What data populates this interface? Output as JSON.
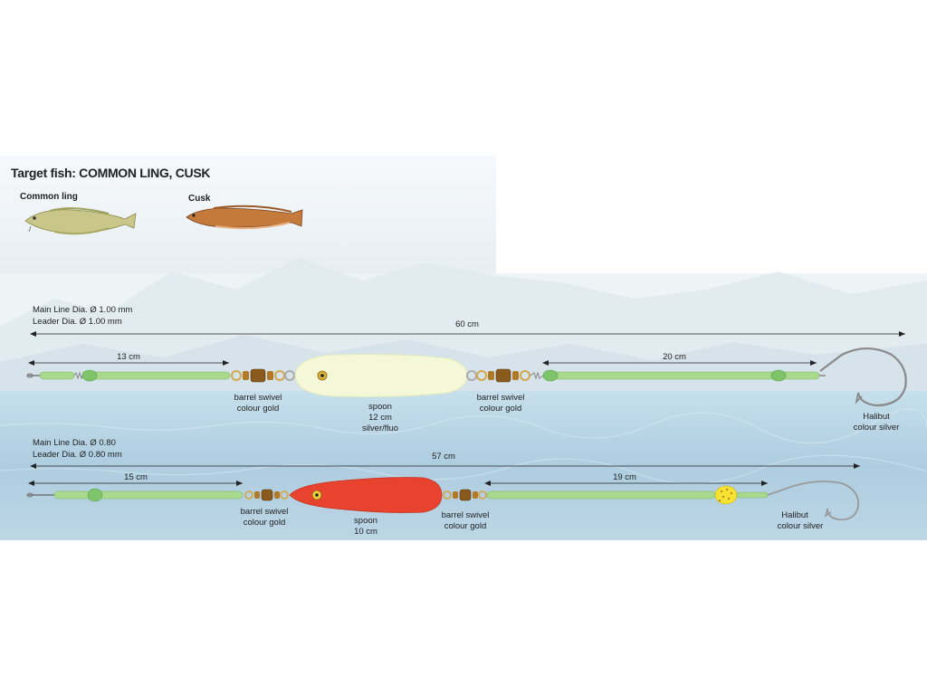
{
  "title": "Target fish: COMMON LING, CUSK",
  "fish": [
    {
      "name": "Common ling",
      "icon": "common-ling-fish-icon"
    },
    {
      "name": "Cusk",
      "icon": "cusk-fish-icon"
    }
  ],
  "rig1": {
    "main_line": "Main Line Dia. Ø 1.00 mm",
    "leader": "Leader Dia. Ø 1.00 mm",
    "total_length": "60 cm",
    "segment_left": "13 cm",
    "segment_right": "20 cm",
    "swivel_left": [
      "barrel swivel",
      "colour gold"
    ],
    "spoon": [
      "spoon",
      "12 cm",
      "silver/fluo"
    ],
    "swivel_right": [
      "barrel swivel",
      "colour gold"
    ],
    "hook": [
      "Halibut",
      "colour silver"
    ]
  },
  "rig2": {
    "main_line": "Main Line Dia. Ø 0.80",
    "leader": "Leader Dia. Ø 0.80 mm",
    "total_length": "57 cm",
    "segment_left": "15 cm",
    "segment_right": "19 cm",
    "swivel_left": [
      "barrel swivel",
      "colour gold"
    ],
    "spoon": [
      "spoon",
      "10 cm"
    ],
    "swivel_right": [
      "barrel swivel",
      "colour gold"
    ],
    "hook": [
      "Halibut",
      "colour silver"
    ]
  },
  "colors": {
    "tube": "#a8d98c",
    "bead": "#7fc46a",
    "spoon_fluo": "#f4f8d8",
    "spoon_red": "#e8432e",
    "swivel_gold": "#b07a28",
    "float_yellow": "#f5e233",
    "water": "#b9d6e6"
  }
}
